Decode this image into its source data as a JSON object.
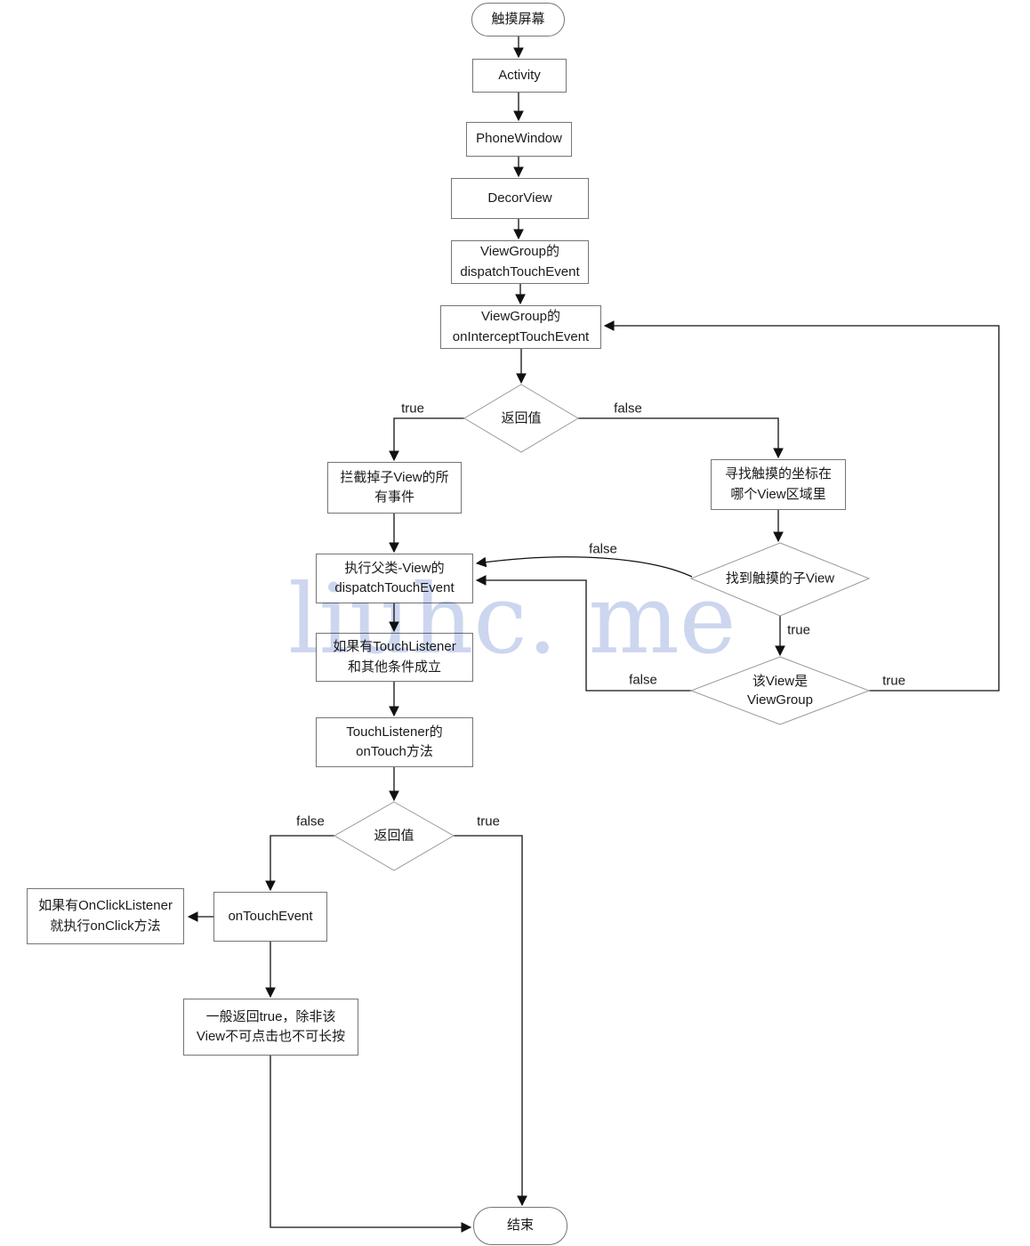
{
  "watermark": {
    "text": "liuhc. me"
  },
  "colors": {
    "line": "#111111",
    "box_border": "#757575",
    "diamond_border": "#9a9a9a",
    "watermark": "#cdd6ef"
  },
  "nodes": {
    "start": {
      "label": "触摸屏幕"
    },
    "activity": {
      "label": "Activity"
    },
    "phone_window": {
      "label": "PhoneWindow"
    },
    "decor_view": {
      "label": "DecorView"
    },
    "vg_dispatch": {
      "label": "ViewGroup的\ndispatchTouchEvent"
    },
    "vg_intercept": {
      "label": "ViewGroup的\nonInterceptTouchEvent"
    },
    "return_value_1": {
      "label": "返回值"
    },
    "intercept_all": {
      "label": "拦截掉子View的所\n有事件"
    },
    "find_coords": {
      "label": "寻找触摸的坐标在\n哪个View区域里"
    },
    "exec_parent": {
      "label": "执行父类-View的\ndispatchTouchEvent"
    },
    "found_child": {
      "label": "找到触摸的子View"
    },
    "has_listener": {
      "label": "如果有TouchListener\n和其他条件成立"
    },
    "is_viewgroup": {
      "label": "该View是\nViewGroup"
    },
    "on_touch": {
      "label": "TouchListener的\nonTouch方法"
    },
    "return_value_2": {
      "label": "返回值"
    },
    "on_touch_event": {
      "label": "onTouchEvent"
    },
    "on_click": {
      "label": "如果有OnClickListener\n就执行onClick方法"
    },
    "default_true": {
      "label": "一般返回true，除非该\nView不可点击也不可长按"
    },
    "end": {
      "label": "结束"
    }
  },
  "edge_labels": {
    "d1_true": "true",
    "d1_false": "false",
    "found_child_false": "false",
    "found_child_true": "true",
    "is_vg_false": "false",
    "is_vg_true": "true",
    "d2_false": "false",
    "d2_true": "true"
  }
}
